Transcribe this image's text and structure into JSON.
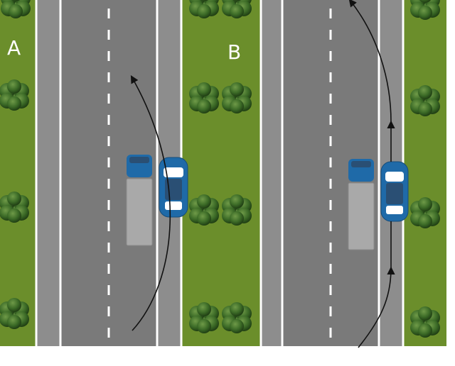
{
  "panels": [
    {
      "label": "A"
    },
    {
      "label": "B"
    }
  ],
  "colors": {
    "grass": "#6b8e2b",
    "grass_dark": "#5e7f25",
    "road": "#7a7a7a",
    "shoulder": "#8d8d8d",
    "line": "#ffffff",
    "truck_cab": "#1f6aa8",
    "truck_trailer": "#a9a9a9",
    "car": "#1f6aa8",
    "tree": "#2f5d1f",
    "arrow": "#111111"
  },
  "icons": {
    "tree": "tree-icon",
    "truck": "truck-icon",
    "car": "car-icon",
    "arrow": "arrow-path"
  }
}
